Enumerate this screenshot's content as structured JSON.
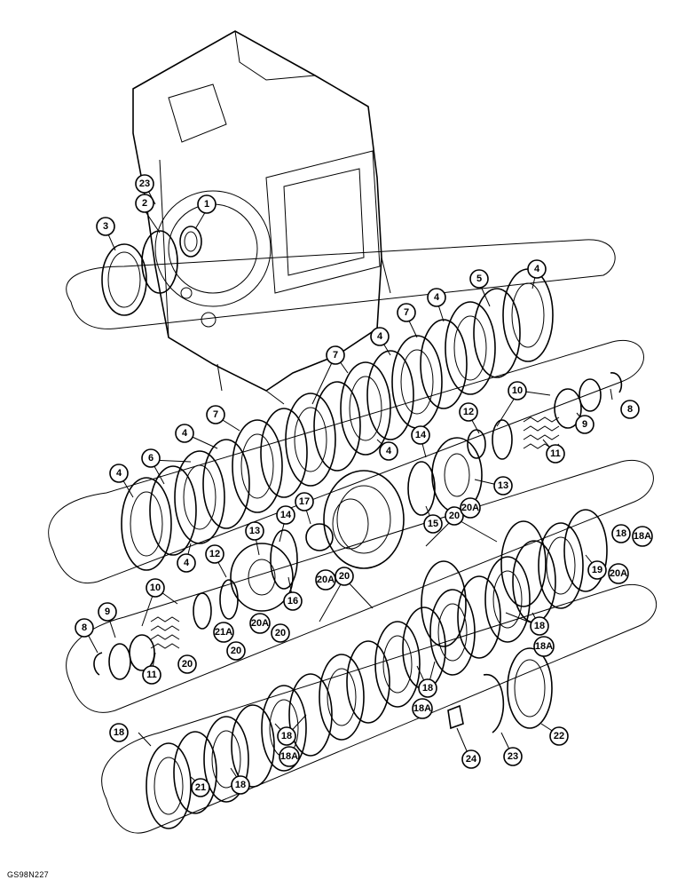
{
  "figure_code": "GS98N227",
  "callouts": [
    {
      "id": "c23a",
      "label": "23"
    },
    {
      "id": "c2",
      "label": "2"
    },
    {
      "id": "c1",
      "label": "1"
    },
    {
      "id": "c3",
      "label": "3"
    },
    {
      "id": "c4a",
      "label": "4"
    },
    {
      "id": "c5",
      "label": "5"
    },
    {
      "id": "c4b",
      "label": "4"
    },
    {
      "id": "c7a",
      "label": "7"
    },
    {
      "id": "c4c",
      "label": "4"
    },
    {
      "id": "c7b",
      "label": "7"
    },
    {
      "id": "c10a",
      "label": "10"
    },
    {
      "id": "c9a",
      "label": "9"
    },
    {
      "id": "c8a",
      "label": "8"
    },
    {
      "id": "c11a",
      "label": "11"
    },
    {
      "id": "c12a",
      "label": "12"
    },
    {
      "id": "c14a",
      "label": "14"
    },
    {
      "id": "c13a",
      "label": "13"
    },
    {
      "id": "c7c",
      "label": "7"
    },
    {
      "id": "c4d",
      "label": "4"
    },
    {
      "id": "c4e",
      "label": "4"
    },
    {
      "id": "c6",
      "label": "6"
    },
    {
      "id": "c4f",
      "label": "4"
    },
    {
      "id": "c4g",
      "label": "4"
    },
    {
      "id": "c14b",
      "label": "14"
    },
    {
      "id": "c17",
      "label": "17"
    },
    {
      "id": "c15",
      "label": "15"
    },
    {
      "id": "c20a",
      "label": "20"
    },
    {
      "id": "c20Aa",
      "label": "20A"
    },
    {
      "id": "c18a",
      "label": "18"
    },
    {
      "id": "c18Aa",
      "label": "18A"
    },
    {
      "id": "c19",
      "label": "19"
    },
    {
      "id": "c20Ab",
      "label": "20A"
    },
    {
      "id": "c13b",
      "label": "13"
    },
    {
      "id": "c12b",
      "label": "12"
    },
    {
      "id": "c16",
      "label": "16"
    },
    {
      "id": "c20Ac",
      "label": "20A"
    },
    {
      "id": "c20b",
      "label": "20"
    },
    {
      "id": "c10b",
      "label": "10"
    },
    {
      "id": "c9b",
      "label": "9"
    },
    {
      "id": "c8b",
      "label": "8"
    },
    {
      "id": "c11b",
      "label": "11"
    },
    {
      "id": "c20Ad",
      "label": "20A"
    },
    {
      "id": "c20c",
      "label": "20"
    },
    {
      "id": "c21A",
      "label": "21A"
    },
    {
      "id": "c20d",
      "label": "20"
    },
    {
      "id": "c20e",
      "label": "20"
    },
    {
      "id": "c18b",
      "label": "18"
    },
    {
      "id": "c18Ab",
      "label": "18A"
    },
    {
      "id": "c18c",
      "label": "18"
    },
    {
      "id": "c18Ac",
      "label": "18A"
    },
    {
      "id": "c18d",
      "label": "18"
    },
    {
      "id": "c18Ad",
      "label": "18A"
    },
    {
      "id": "c18e",
      "label": "18"
    },
    {
      "id": "c21",
      "label": "21"
    },
    {
      "id": "c18f",
      "label": "18"
    },
    {
      "id": "c24",
      "label": "24"
    },
    {
      "id": "c23b",
      "label": "23"
    },
    {
      "id": "c22",
      "label": "22"
    }
  ]
}
